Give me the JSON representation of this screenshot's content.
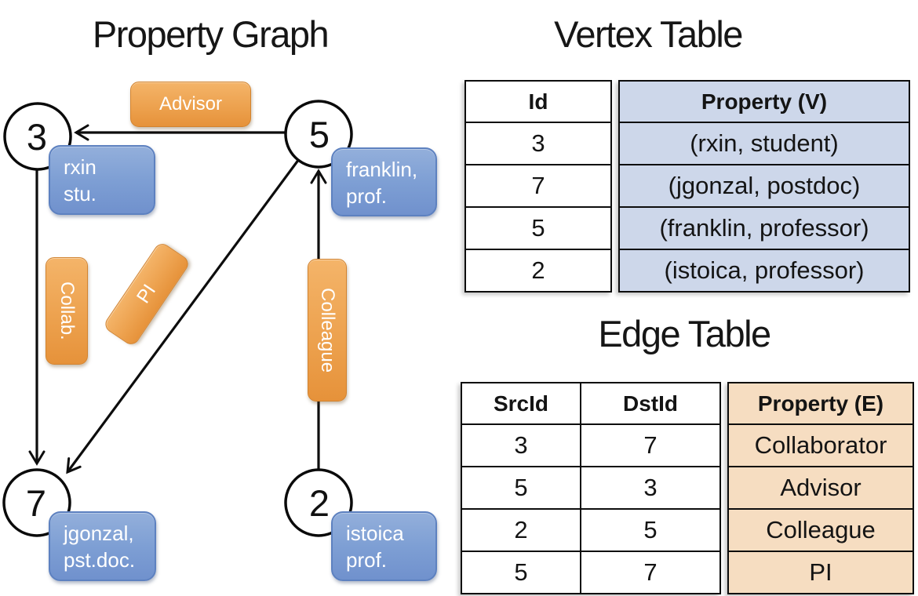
{
  "titles": {
    "graph": "Property Graph",
    "vertex": "Vertex Table",
    "edge": "Edge Table"
  },
  "graph": {
    "nodes": [
      {
        "id": "3",
        "line1": "rxin",
        "line2": "stu."
      },
      {
        "id": "5",
        "line1": "franklin,",
        "line2": "prof."
      },
      {
        "id": "7",
        "line1": "jgonzal,",
        "line2": "pst.doc."
      },
      {
        "id": "2",
        "line1": "istoica",
        "line2": "prof."
      }
    ],
    "edge_labels": {
      "advisor": "Advisor",
      "collab": "Collab.",
      "pi": "PI",
      "colleague": "Colleague"
    }
  },
  "vertex_table": {
    "headers": {
      "id": "Id",
      "property": "Property (V)"
    },
    "rows": [
      {
        "id": "3",
        "property": "(rxin, student)"
      },
      {
        "id": "7",
        "property": "(jgonzal, postdoc)"
      },
      {
        "id": "5",
        "property": "(franklin, professor)"
      },
      {
        "id": "2",
        "property": "(istoica, professor)"
      }
    ]
  },
  "edge_table": {
    "headers": {
      "src": "SrcId",
      "dst": "DstId",
      "property": "Property (E)"
    },
    "rows": [
      {
        "src": "3",
        "dst": "7",
        "property": "Collaborator"
      },
      {
        "src": "5",
        "dst": "3",
        "property": "Advisor"
      },
      {
        "src": "2",
        "dst": "5",
        "property": "Colleague"
      },
      {
        "src": "5",
        "dst": "7",
        "property": "PI"
      }
    ]
  },
  "colors": {
    "edge_label_orange": "#eda24f",
    "node_label_blue": "#7e9fd4",
    "vertex_property_fill": "#cdd7ea",
    "edge_property_fill": "#f6ddc1",
    "line_black": "#0d0d0d"
  }
}
